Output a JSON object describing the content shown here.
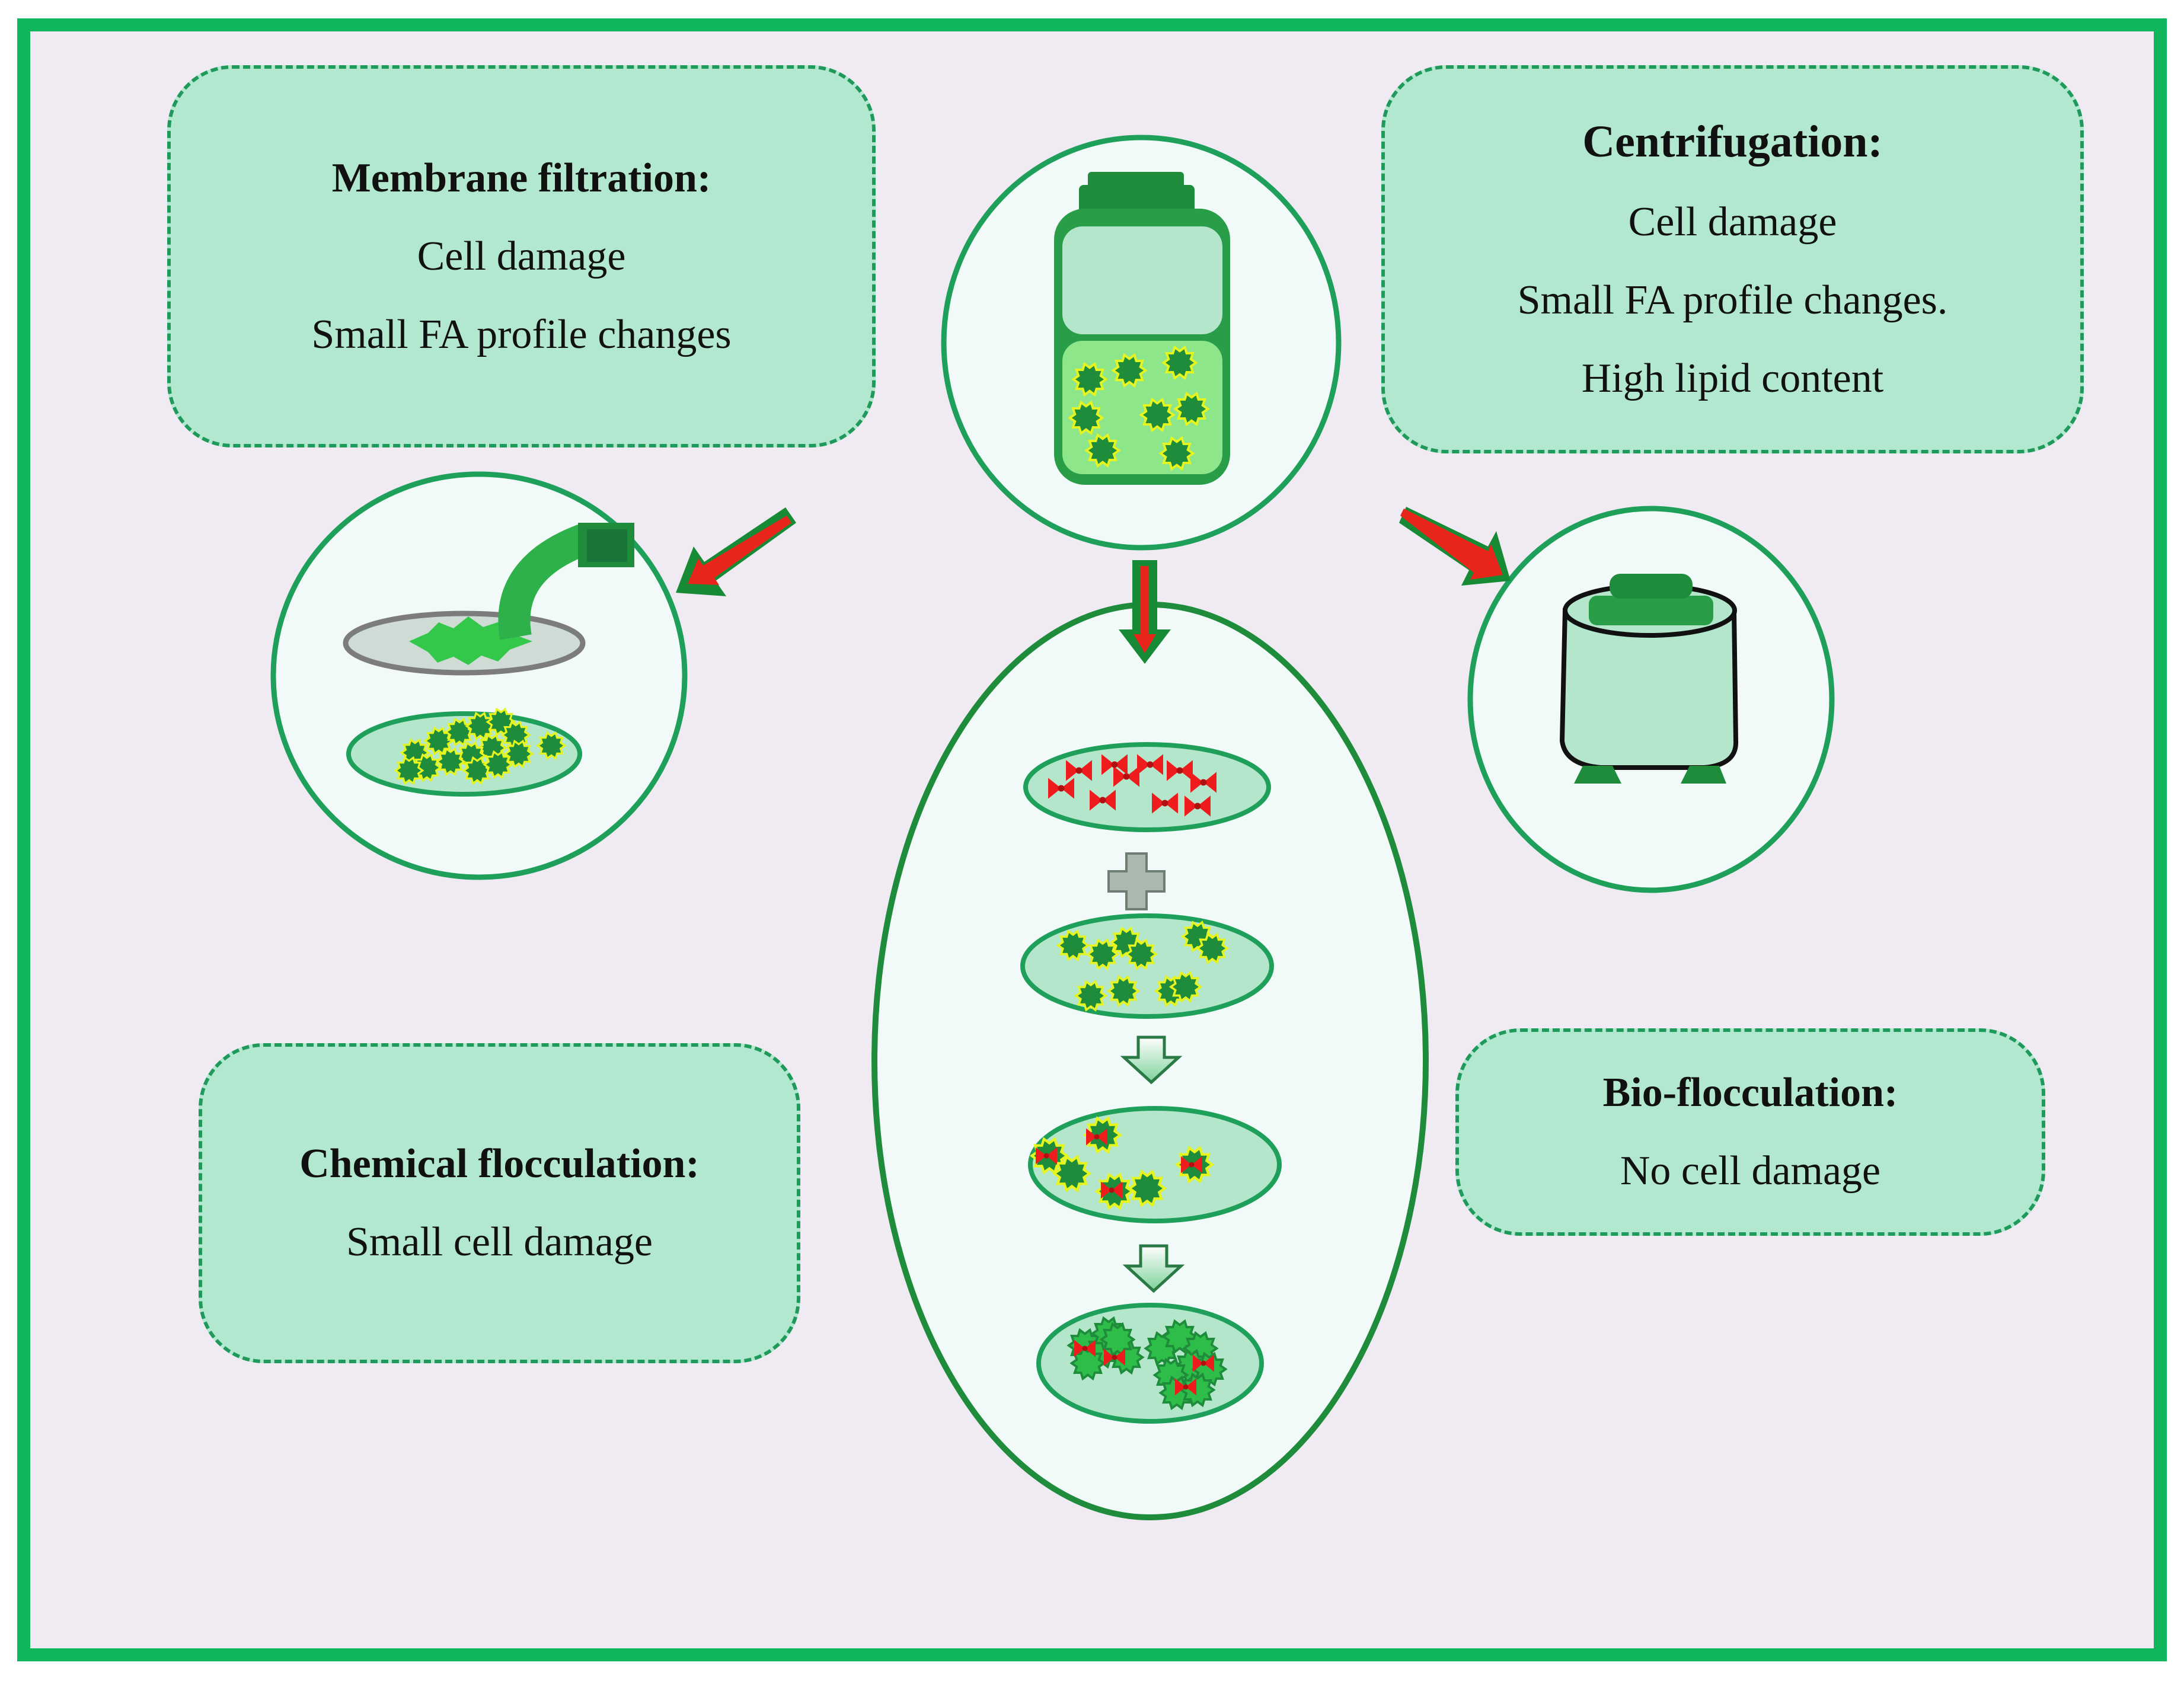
{
  "membrane_filtration": {
    "title": "Membrane filtration:",
    "lines": [
      "Cell damage",
      "Small FA profile changes"
    ]
  },
  "centrifugation": {
    "title": "Centrifugation:",
    "lines": [
      "Cell damage",
      "Small FA profile changes.",
      "High lipid content"
    ]
  },
  "chemical_flocculation": {
    "title": "Chemical flocculation:",
    "lines": [
      "Small cell damage"
    ]
  },
  "bio_flocculation": {
    "title": "Bio-flocculation:",
    "lines": [
      "No cell damage"
    ]
  },
  "colors": {
    "frame": "#10b65c",
    "background": "#f0ebf3",
    "box_fill": "#b2e8d0",
    "box_border": "#1f9a5a",
    "cell_dark": "#1e8c3a",
    "cell_light": "#4cc94c",
    "cell_halo": "#e6f51e",
    "flocculant_red": "#ee1c1c",
    "arrow_red": "#e8261c",
    "arrow_green": "#178a36"
  },
  "icons": [
    "culture-bottle-icon",
    "membrane-filter-icon",
    "centrifuge-icon",
    "flocculation-sequence-icon",
    "plus-icon",
    "down-arrow-icon"
  ]
}
